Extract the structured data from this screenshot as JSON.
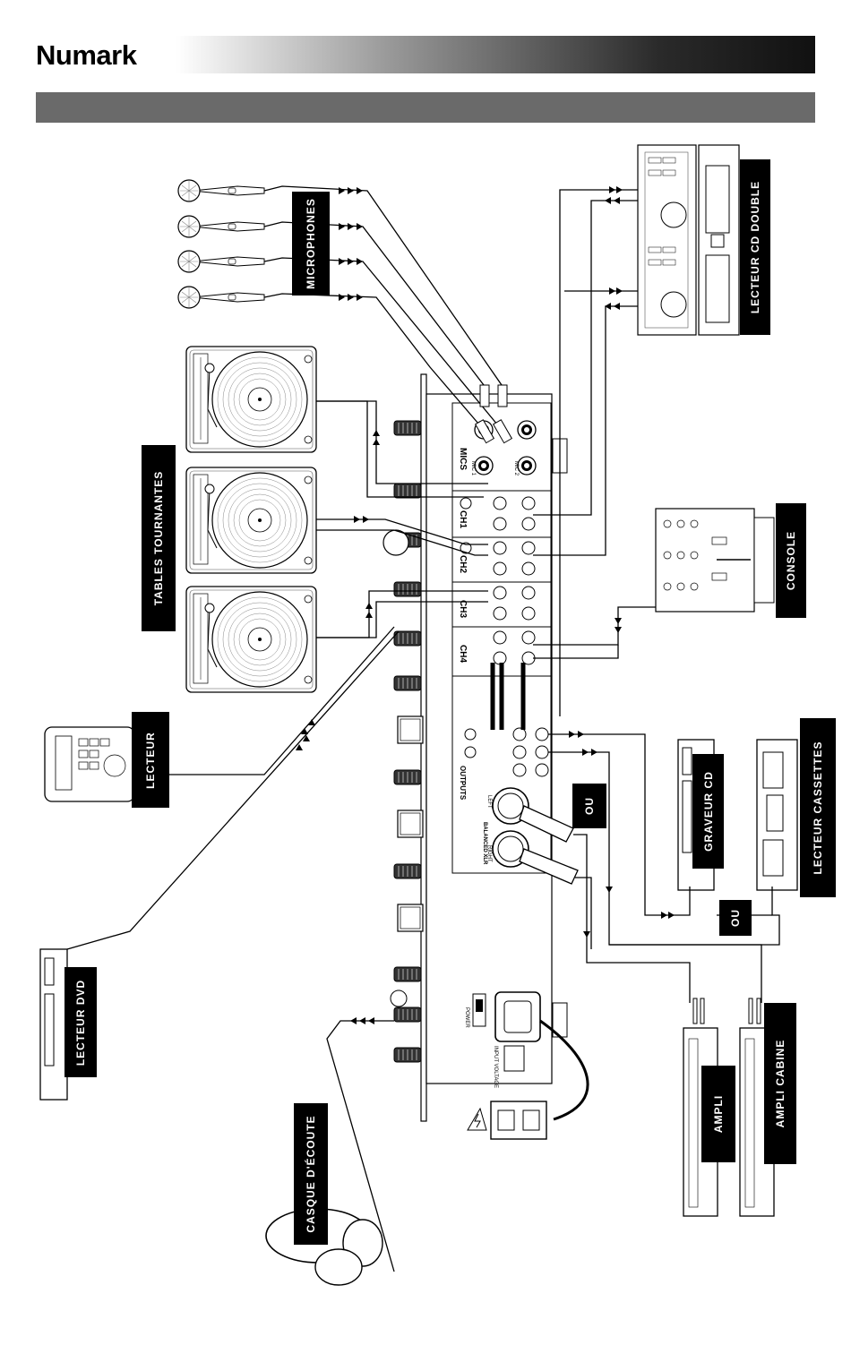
{
  "header": {
    "brand": "Numark"
  },
  "labels": {
    "microphones": "MICROPHONES",
    "lecteur_cd_double": "LECTEUR CD DOUBLE",
    "tables_tournantes": "TABLES TOURNANTES",
    "console": "CONSOLE",
    "lecteur": "LECTEUR",
    "graveur_cd": "GRAVEUR CD",
    "lecteur_cassettes": "LECTEUR CASSETTES",
    "ou_1": "OU",
    "ou_2": "OU",
    "lecteur_dvd": "LECTEUR DVD",
    "ampli": "AMPLI",
    "ampli_cabine": "AMPLI CABINE",
    "casque": "CASQUE D'ÉCOUTE"
  },
  "mixer": {
    "ch1": "CH1",
    "ch2": "CH2",
    "ch3": "CH3",
    "ch4": "CH4",
    "mics": "MICS",
    "mic1": "MIC 1",
    "mic2": "MIC 2",
    "outputs": "OUTPUTS",
    "balanced": "BALANCED XLR",
    "left": "LEFT",
    "right": "RIGHT",
    "power": "POWER",
    "voltage": "INPUT VOLTAGE"
  }
}
